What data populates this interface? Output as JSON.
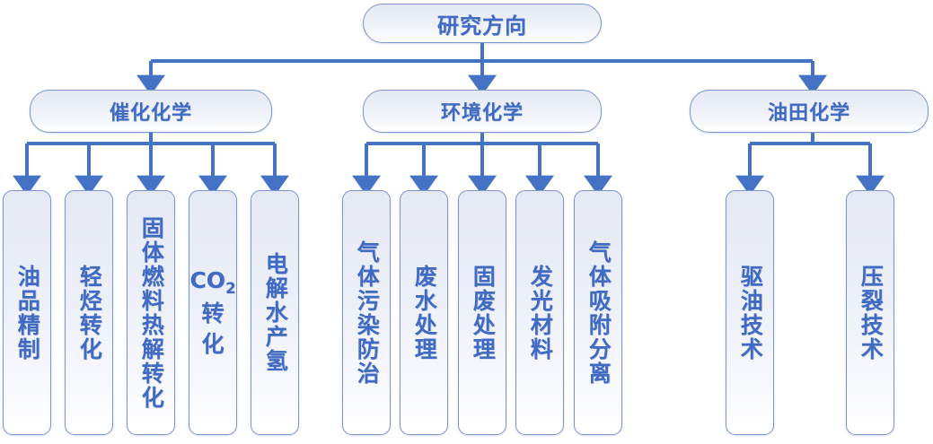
{
  "diagram": {
    "title_node": {
      "id": "root",
      "label": "研究方向"
    },
    "branches": [
      {
        "id": "branch-catalytic",
        "label": "催化化学",
        "leaves": [
          {
            "id": "leaf-oil-refining",
            "label": "油品精制"
          },
          {
            "id": "leaf-light-hydrocarbon",
            "label": "轻烃转化"
          },
          {
            "id": "leaf-solid-fuel-pyrolysis",
            "label": "固体燃料热解转化"
          },
          {
            "id": "leaf-co2-conversion",
            "label": "CO2 转化",
            "formula": {
              "base": "CO",
              "sub": "2",
              "rest": "转 化"
            }
          },
          {
            "id": "leaf-water-electrolysis-hydrogen",
            "label": "电解水产氢"
          }
        ]
      },
      {
        "id": "branch-environmental",
        "label": "环境化学",
        "leaves": [
          {
            "id": "leaf-gas-pollution-control",
            "label": "气体污染防治"
          },
          {
            "id": "leaf-wastewater-treatment",
            "label": "废水处理"
          },
          {
            "id": "leaf-solid-waste-treatment",
            "label": "固废处理"
          },
          {
            "id": "leaf-luminescent-materials",
            "label": "发光材料"
          },
          {
            "id": "leaf-gas-adsorption-separation",
            "label": "气体吸附分离"
          }
        ]
      },
      {
        "id": "branch-oilfield",
        "label": "油田化学",
        "leaves": [
          {
            "id": "leaf-oil-displacement-tech",
            "label": "驱油技术"
          },
          {
            "id": "leaf-fracturing-tech",
            "label": "压裂技术"
          }
        ]
      }
    ]
  },
  "colors": {
    "connector": "#4472C4",
    "node_border": "#7B95CE",
    "node_text": "#3F6BC4",
    "node_fill_top": "#e6e9f4",
    "node_fill_bottom": "#ffffff",
    "background": "#ffffff"
  }
}
